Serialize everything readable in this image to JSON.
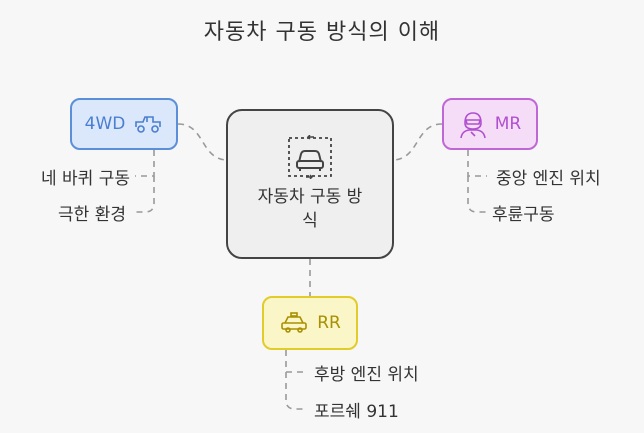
{
  "title": "자동차 구동 방식의 이해",
  "center": {
    "label": "자동차 구동 방식",
    "icon": "car-icon"
  },
  "nodes": {
    "fwd": {
      "label": "4WD",
      "icon": "jeep-icon",
      "color": "#5b8fd8",
      "leaves": [
        "네 바퀴 구동",
        "극한 환경"
      ]
    },
    "mr": {
      "label": "MR",
      "icon": "racer-icon",
      "color": "#c067d8",
      "leaves": [
        "중앙 엔진 위치",
        "후륜구동"
      ]
    },
    "rr": {
      "label": "RR",
      "icon": "taxi-icon",
      "color": "#e2cc2a",
      "leaves": [
        "후방 엔진 위치",
        "포르쉐 911"
      ]
    }
  }
}
